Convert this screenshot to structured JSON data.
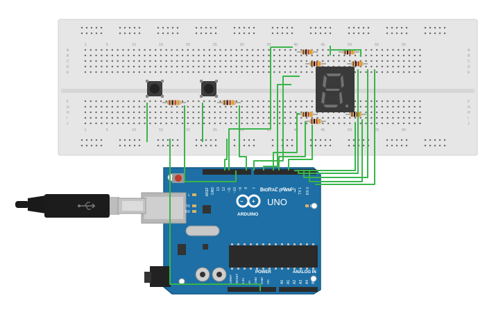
{
  "breadboard": {
    "top_numbers": [
      "1",
      "5",
      "10",
      "15",
      "20",
      "25",
      "30",
      "35",
      "40",
      "45",
      "50",
      "55",
      "60"
    ],
    "bottom_numbers": [
      "1",
      "5",
      "10",
      "15",
      "20",
      "25",
      "30",
      "35",
      "40",
      "45",
      "50",
      "55",
      "60"
    ],
    "row_letters_top": [
      "A",
      "B",
      "C",
      "D",
      "E"
    ],
    "row_letters_bottom": [
      "F",
      "G",
      "H",
      "I",
      "J"
    ]
  },
  "display": {
    "digit": "8"
  },
  "arduino": {
    "brand": "ARDUINO",
    "model": "UNO",
    "digital_label": "DIGITAL (PWM~)",
    "power_label": "POWER",
    "analog_label": "ANALOG IN",
    "on_label": "ON",
    "led_labels": [
      "L",
      "TX",
      "RX"
    ],
    "digital_pins": [
      "AREF",
      "GND",
      "13",
      "12",
      "~11",
      "~10",
      "~9",
      "8",
      "7",
      "~6",
      "~5",
      "4",
      "~3",
      "2",
      "TX 1",
      "RX 0"
    ],
    "power_pins": [
      "IOREF",
      "RESET",
      "3.3V",
      "5V",
      "GND",
      "GND",
      "Vin"
    ],
    "analog_pins": [
      "A0",
      "A1",
      "A2",
      "A3",
      "A4",
      "A5"
    ]
  },
  "colors": {
    "board": "#1d6fa5",
    "board_dark": "#15557f",
    "breadboard": "#e8e8e8",
    "wire": "#39b54a",
    "segment_off": "#6b6b6b",
    "display_body": "#3a3a3a"
  }
}
